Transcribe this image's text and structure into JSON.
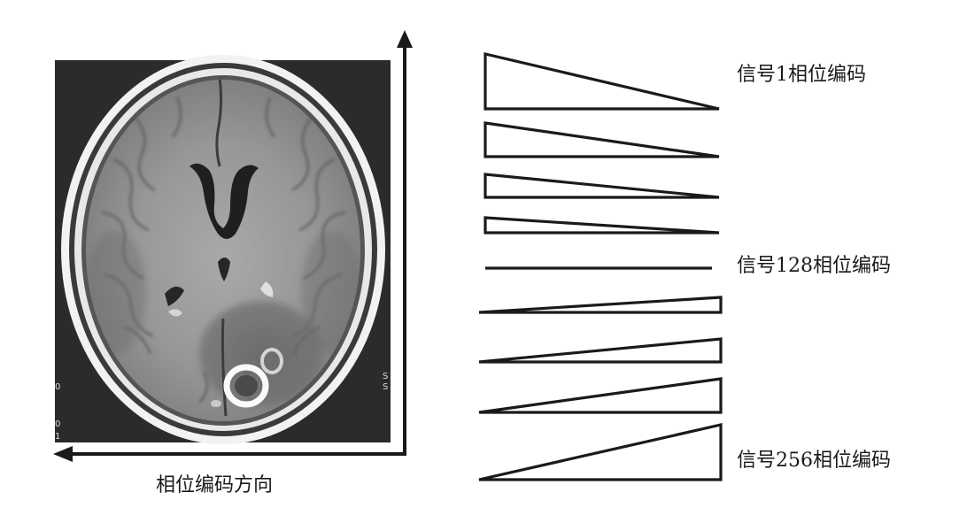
{
  "axis": {
    "horizontal_label": "相位编码方向"
  },
  "signals": {
    "first_label": "信号1相位编码",
    "middle_label": "信号128相位编码",
    "last_label": "信号256相位编码"
  },
  "gradient_steps": [
    {
      "amplitude": 1.0,
      "polarity": "positive"
    },
    {
      "amplitude": 0.62,
      "polarity": "positive"
    },
    {
      "amplitude": 0.42,
      "polarity": "positive"
    },
    {
      "amplitude": 0.28,
      "polarity": "positive"
    },
    {
      "amplitude": 0.0,
      "polarity": "zero"
    },
    {
      "amplitude": 0.28,
      "polarity": "negative"
    },
    {
      "amplitude": 0.42,
      "polarity": "negative"
    },
    {
      "amplitude": 0.62,
      "polarity": "negative"
    },
    {
      "amplitude": 1.0,
      "polarity": "negative"
    }
  ],
  "colors": {
    "ink": "#1a1a1a",
    "scan_background": "#2b2b2b"
  },
  "image": {
    "type": "axial brain MRI"
  }
}
